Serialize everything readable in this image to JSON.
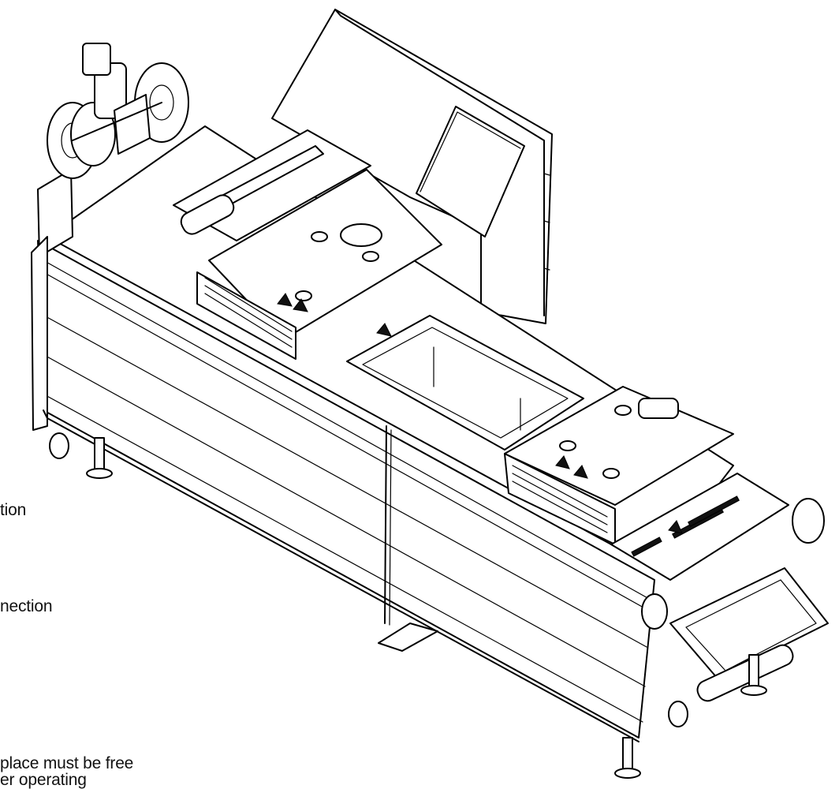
{
  "diagram": {
    "annotations": [
      {
        "id": "t1",
        "text": "tion"
      },
      {
        "id": "t2",
        "text": "nection"
      },
      {
        "id": "t3",
        "text": "place must be free"
      },
      {
        "id": "t4",
        "text": "er operating"
      }
    ]
  }
}
